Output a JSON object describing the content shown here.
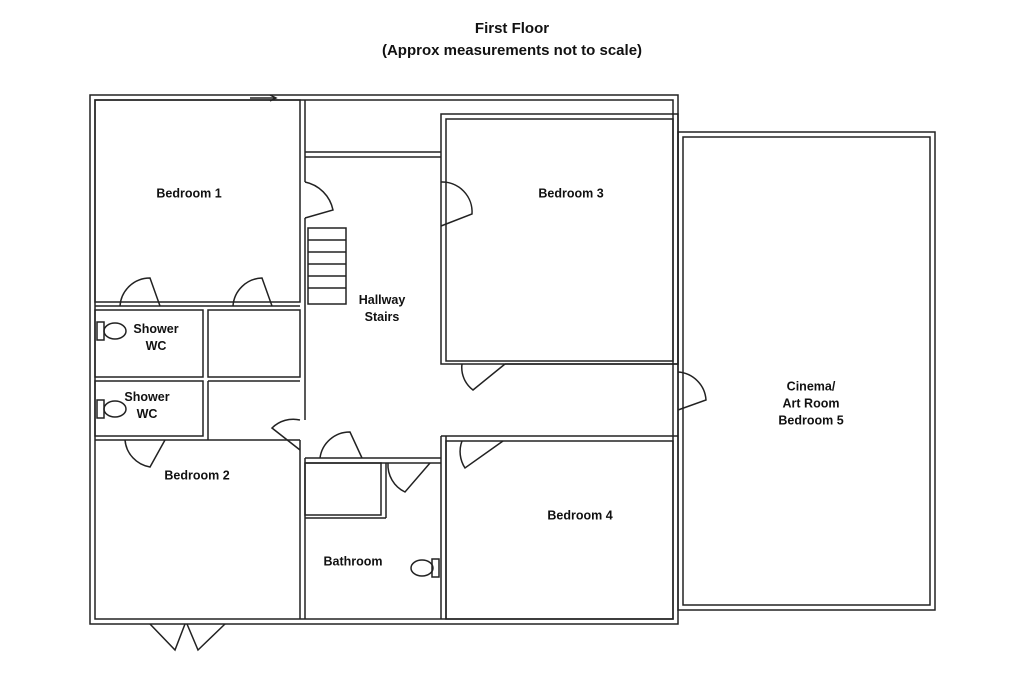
{
  "title": "First Floor",
  "subtitle": "(Approx measurements not to scale)",
  "rooms": {
    "bedroom1": [
      "Bedroom 1"
    ],
    "bedroom2": [
      "Bedroom 2"
    ],
    "bedroom3": [
      "Bedroom 3"
    ],
    "bedroom4": [
      "Bedroom 4"
    ],
    "bedroom5": [
      "Cinema/",
      "Art Room",
      "Bedroom 5"
    ],
    "hallway": [
      "Hallway",
      "Stairs"
    ],
    "shower_wc_1": [
      "Shower",
      "WC"
    ],
    "shower_wc_2": [
      "Shower",
      "WC"
    ],
    "bathroom": [
      "Bathroom"
    ]
  },
  "line_color": "#222222"
}
